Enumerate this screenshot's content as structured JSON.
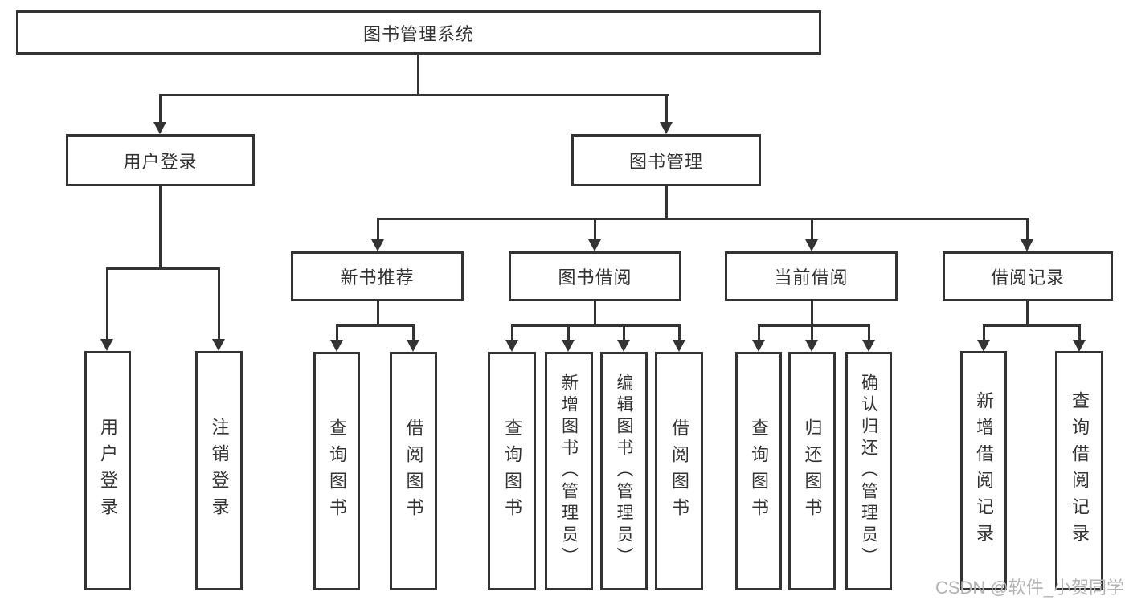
{
  "root": {
    "label": "图书管理系统"
  },
  "level1": {
    "user_login": {
      "label": "用户登录"
    },
    "book_mgmt": {
      "label": "图书管理"
    }
  },
  "level2": {
    "new_books": {
      "label": "新书推荐"
    },
    "book_borrow": {
      "label": "图书借阅"
    },
    "current_borrow": {
      "label": "当前借阅"
    },
    "borrow_records": {
      "label": "借阅记录"
    }
  },
  "leaves": {
    "user_login": [
      "用户登录",
      "注销登录"
    ],
    "new_books": [
      "查询图书",
      "借阅图书"
    ],
    "book_borrow": [
      "查询图书",
      "新增图书（管理员）",
      "编辑图书（管理员）",
      "借阅图书"
    ],
    "current_borrow": [
      "查询图书",
      "归还图书",
      "确认归还（管理员）"
    ],
    "borrow_records": [
      "新增借阅记录",
      "查询借阅记录"
    ]
  },
  "watermark": "CSDN @软件_小贺同学",
  "colors": {
    "line": "#333333",
    "text": "#333333",
    "watermark": "#b3b3b3",
    "background": "#ffffff"
  }
}
